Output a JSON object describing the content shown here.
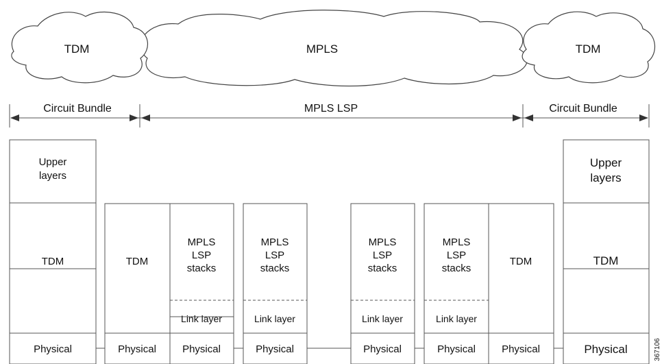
{
  "clouds": {
    "left": "TDM",
    "middle": "MPLS",
    "right": "TDM"
  },
  "spans": {
    "left": "Circuit Bundle",
    "middle": "MPLS LSP",
    "right": "Circuit Bundle"
  },
  "stacks": {
    "upper_layers": [
      "Upper",
      "layers"
    ],
    "tdm": "TDM",
    "mpls_lsp_stacks": [
      "MPLS",
      "LSP",
      "stacks"
    ],
    "link_layer": "Link layer",
    "physical": "Physical"
  },
  "figure_id": "367106"
}
